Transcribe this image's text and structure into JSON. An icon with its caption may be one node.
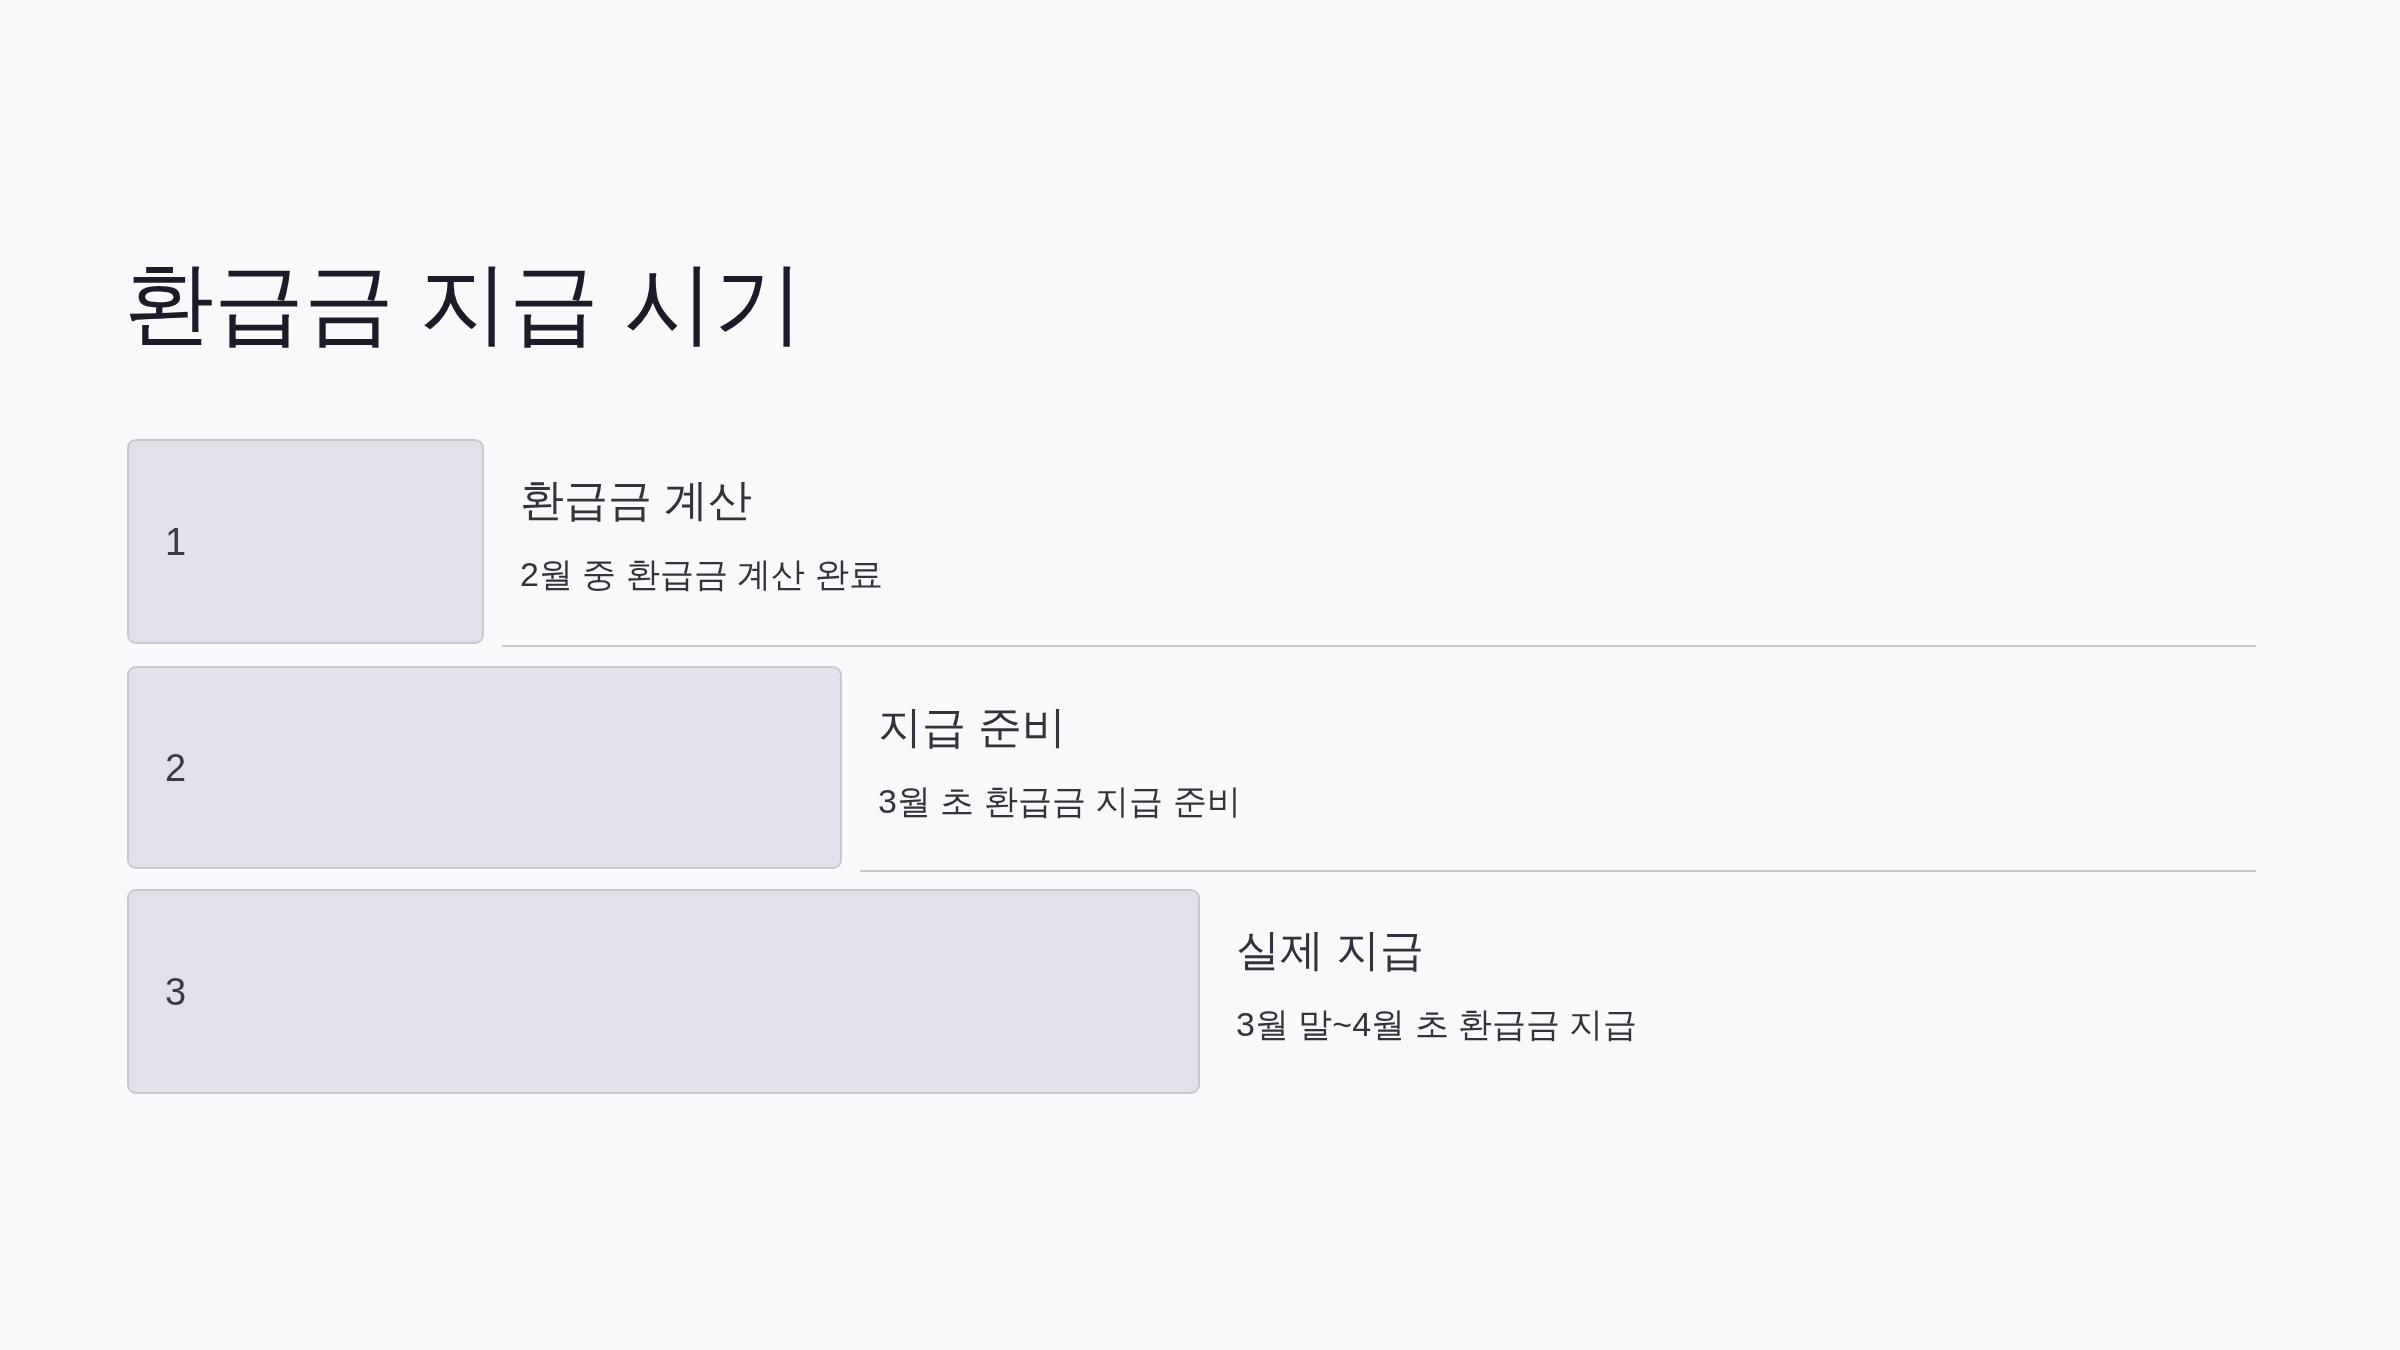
{
  "diagram": {
    "title": "환급금 지급 시기",
    "nodes": [
      {
        "text": [
          "1"
        ],
        "beside": [
          "환급금 계산",
          "2월 중 환급금 계산 완료"
        ]
      },
      {
        "text": [
          "2"
        ],
        "beside": [
          "지급 준비",
          "3월 초 환급금 지급 준비"
        ]
      },
      {
        "text": [
          "3"
        ],
        "beside": [
          "실제 지급",
          "3월 말~4월 초 환급금 지급"
        ]
      }
    ]
  }
}
